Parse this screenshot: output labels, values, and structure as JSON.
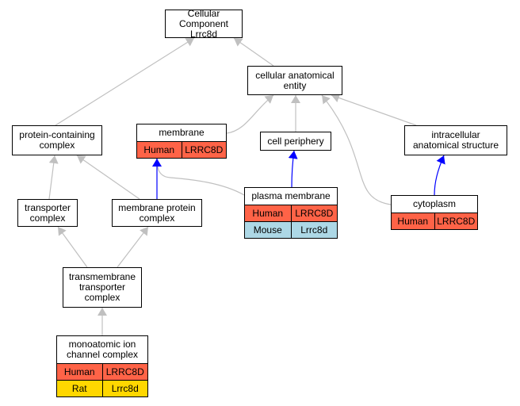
{
  "nodes": {
    "root": {
      "line1": "Cellular Component",
      "line2": "Lrrc8d"
    },
    "cae": {
      "line1": "cellular anatomical",
      "line2": "entity"
    },
    "pcc": {
      "line1": "protein-containing",
      "line2": "complex"
    },
    "membrane": {
      "line1": "membrane",
      "rows": [
        [
          "Human",
          "LRRC8D"
        ]
      ]
    },
    "periphery": {
      "line1": "cell periphery"
    },
    "ias": {
      "line1": "intracellular",
      "line2": "anatomical structure"
    },
    "transporter": {
      "line1": "transporter",
      "line2": "complex"
    },
    "mpc": {
      "line1": "membrane protein",
      "line2": "complex"
    },
    "plasma": {
      "line1": "plasma membrane",
      "rows": [
        [
          "Human",
          "LRRC8D"
        ],
        [
          "Mouse",
          "Lrrc8d"
        ]
      ]
    },
    "cytoplasm": {
      "line1": "cytoplasm",
      "rows": [
        [
          "Human",
          "LRRC8D"
        ]
      ]
    },
    "tmtc": {
      "line1": "transmembrane",
      "line2": "transporter",
      "line3": "complex"
    },
    "ion": {
      "line1": "monoatomic ion",
      "line2": "channel complex",
      "rows": [
        [
          "Human",
          "LRRC8D"
        ],
        [
          "Rat",
          "Lrrc8d"
        ]
      ]
    }
  },
  "colors": {
    "human": "#ff6347",
    "mouse": "#add8e6",
    "rat": "#ffd700",
    "edge_gray": "#c0c0c0",
    "edge_blue": "#0000ff"
  }
}
